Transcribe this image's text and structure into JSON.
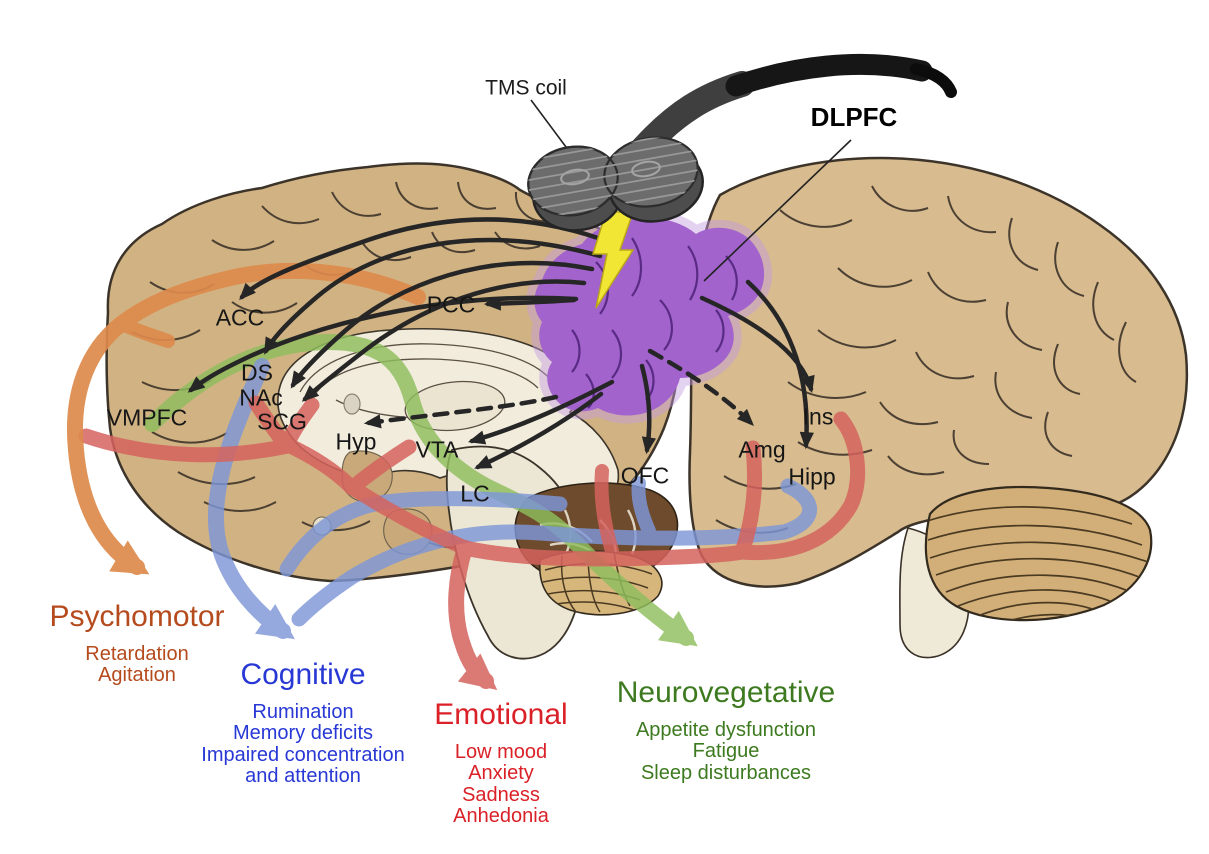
{
  "figure": {
    "tms_coil_label": "TMS coil",
    "dlpfc_label": "DLPFC"
  },
  "regions": {
    "acc": "ACC",
    "pcc": "PCC",
    "ds": "DS",
    "nac": "NAc",
    "scg": "SCG",
    "vmpfc": "VMPFC",
    "hyp": "Hyp",
    "vta": "VTA",
    "lc": "LC",
    "ofc": "OFC",
    "amg": "Amg",
    "ins": "Ins",
    "hipp": "Hipp"
  },
  "categories": {
    "psychomotor": {
      "label": "Psychomotor",
      "color": "#b54a1d",
      "symptoms": [
        "Retardation",
        "Agitation"
      ]
    },
    "cognitive": {
      "label": "Cognitive",
      "color": "#2838d5",
      "symptoms": [
        "Rumination",
        "Memory deficits",
        "Impaired concentration and attention"
      ]
    },
    "emotional": {
      "label": "Emotional",
      "color": "#da2128",
      "symptoms": [
        "Low mood",
        "Anxiety",
        "Sadness",
        "Anhedonia"
      ]
    },
    "neurovegetative": {
      "label": "Neurovegetative",
      "color": "#3d7a1f",
      "symptoms": [
        "Appetite dysfunction",
        "Fatigue",
        "Sleep disturbances"
      ]
    }
  },
  "palette": {
    "cortex_left": "#d1b283",
    "cortex_right": "#d8bb8e",
    "medial_cream": "#f2ecdd",
    "dlpfc_purple": "#a263cd",
    "lightning_yellow": "#f2e634",
    "coil_gray": "#6c6c6c",
    "arrow_black": "#262626",
    "pathway_orange": "#dd8a4c",
    "pathway_green": "#8fbe5d",
    "pathway_blue": "#7e97d8",
    "pathway_red": "#d5635e"
  }
}
